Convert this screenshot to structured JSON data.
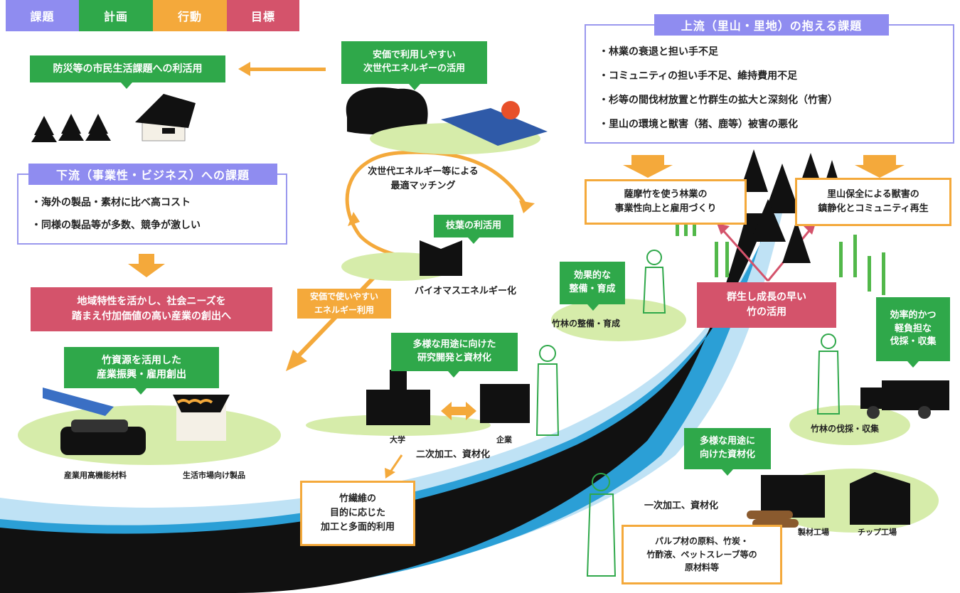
{
  "legend": [
    {
      "label": "課題",
      "color": "#8f8cf0"
    },
    {
      "label": "計画",
      "color": "#2fa84a"
    },
    {
      "label": "行動",
      "color": "#f4a93b"
    },
    {
      "label": "目標",
      "color": "#d4536b"
    }
  ],
  "green_labels": {
    "disaster": "防災等の市民生活課題への利活用",
    "energy": "安価で利用しやすい\n次世代エネルギーの活用",
    "leaves": "枝葉の利活用",
    "industry": "竹資源を活用した\n産業振興・雇用創出",
    "research": "多様な用途に向けた\n研究開発と資材化",
    "maintenance": "効果的な\n整備・育成",
    "harvest": "効率的かつ\n軽負担な\n伐採・収集",
    "materials": "多様な用途に\n向けた資材化"
  },
  "downstream_issue": {
    "title": "下流（事業性・ビジネス）への課題",
    "items": [
      "・海外の製品・素材に比べ高コスト",
      "・同様の製品等が多数、競争が激しい"
    ]
  },
  "upstream_issue": {
    "title": "上流（里山・里地）の抱える課題",
    "items": [
      "・林業の衰退と担い手不足",
      "・コミュニティの担い手不足、維持費用不足",
      "・杉等の間伐材放置と竹群生の拡大と深刻化（竹害）",
      "・里山の環境と獣害（猪、鹿等）被害の悪化"
    ]
  },
  "pink_labels": {
    "region": "地域特性を活かし、社会ニーズを\n踏まえ付加価値の高い産業の創出へ",
    "bamboo": "群生し成長の早い\n竹の活用"
  },
  "orange_boxes": {
    "forestry": "薩摩竹を使う林業の\n事業性向上と雇用づくり",
    "conservation": "里山保全による獣害の\n鎮静化とコミュニティ再生",
    "fiber": "竹繊維の\n目的に応じた\n加工と多面的利用",
    "raw": "パルプ材の原料、竹炭・\n竹酢液、ペットスレーブ等の\n原材料等"
  },
  "orange_label": "安価で使いやすい\nエネルギー利用",
  "captions": {
    "matching": "次世代エネルギー等による\n最適マッチング",
    "biomass": "バイオマスエネルギー化",
    "industrial": "産業用高機能材料",
    "consumer": "生活市場向け製品",
    "university": "大学",
    "company": "企業",
    "secondary": "二次加工、資材化",
    "bamboo_care": "竹林の整備・育成",
    "bamboo_cut": "竹林の伐採・収集",
    "primary": "一次加工、資材化",
    "sawmill": "製材工場",
    "chip": "チップ工場"
  }
}
